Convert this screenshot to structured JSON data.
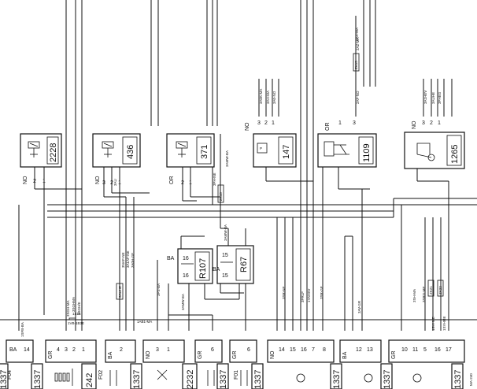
{
  "components": {
    "c2228": {
      "id": "2228",
      "conn": "NO",
      "pins": [
        "2",
        "1"
      ]
    },
    "c436": {
      "id": "436",
      "conn": "NO",
      "pins": [
        "3",
        "2",
        "1"
      ]
    },
    "c371": {
      "id": "371",
      "conn": "OR",
      "pins": [
        "2",
        "1"
      ]
    },
    "c147": {
      "id": "147",
      "conn": "NO",
      "pins": [
        "3",
        "2",
        "1"
      ]
    },
    "c1109": {
      "id": "1109",
      "conn": "OR",
      "pins": [
        "3",
        "1"
      ]
    },
    "c1265": {
      "id": "1265",
      "conn": "NO",
      "pins": [
        "3",
        "2",
        "1"
      ]
    }
  },
  "relays": {
    "r107": {
      "id": "R107",
      "conn": "BA",
      "pins": [
        "16",
        "16"
      ]
    },
    "r67": {
      "id": "R67",
      "conn": "BA",
      "pins": [
        "15",
        "15"
      ]
    }
  },
  "wire_codes": {
    "w1": "2AR-MA",
    "w2": "3A0K-MA",
    "w3": "3AH-MA",
    "w4": "3A0-NO",
    "w5": "2AF-NO",
    "w6": "3A1HEV",
    "w7": "3AUHE",
    "w8": "3PHEG",
    "w9": "3AMW-BA",
    "w10": "3AU",
    "w11": "3PH-NE",
    "w12": "2AZ-MA",
    "w13": "3NAP-NE",
    "w14": "3A1AF-NE",
    "w15": "3A0H-GE",
    "w16": "3AMW-BA",
    "w17": "3SGH-MA",
    "w18": "3SGHMA",
    "w19": "3SGH/E",
    "w20": "1SFB-BA",
    "w21": "1VB-1B3E",
    "w22": "1AB1-MA",
    "w23": "3AMW-BA",
    "w24": "3PS-BA",
    "w25": "3AV-GR",
    "w26": "3SR-NE",
    "w27": "3PRLF",
    "w28": "1YAHEV",
    "w29": "3SR-GE",
    "w30": "3SH-MA",
    "w31": "3SRG-ME",
    "w32": "1SYHVE",
    "w33": "1SYHME"
  },
  "inline_labels": {
    "l1": "ZK15",
    "l2": "ZK18",
    "l3": "3AUHE",
    "l4": "1S15",
    "l5": "ZK21",
    "l6": "ZK22"
  },
  "connectors": {
    "ba14": {
      "label": "BA",
      "pins": [
        "14"
      ]
    },
    "gr_a": {
      "label": "GR",
      "pins": [
        "4",
        "3",
        "2",
        "1"
      ]
    },
    "ba2": {
      "label": "BA",
      "pins": [
        "2"
      ]
    },
    "no_a": {
      "label": "NO",
      "pins": [
        "3",
        "1"
      ]
    },
    "gr6_a": {
      "label": "GR",
      "pins": [
        "6"
      ]
    },
    "gr6_b": {
      "label": "GR",
      "pins": [
        "6"
      ]
    },
    "no_b": {
      "label": "NO",
      "pins": [
        "14",
        "15",
        "16",
        "7",
        "8"
      ]
    },
    "ba_b": {
      "label": "BA",
      "pins": [
        "12",
        "13"
      ]
    },
    "gr_b": {
      "label": "GR",
      "pins": [
        "10",
        "11",
        "5",
        "16",
        "17"
      ]
    }
  },
  "fuses": {
    "f04": "F04",
    "f02": "F02",
    "f01": "F01"
  },
  "bottom_ids": {
    "b1": "1337",
    "b2": "1337",
    "b3": "242",
    "b4": "1337",
    "b5": "2232",
    "b6": "1337",
    "b7": "1337",
    "b8": "1337",
    "b9": "1337",
    "b10": "1337"
  },
  "edge": {
    "right_code": "MA-240"
  }
}
